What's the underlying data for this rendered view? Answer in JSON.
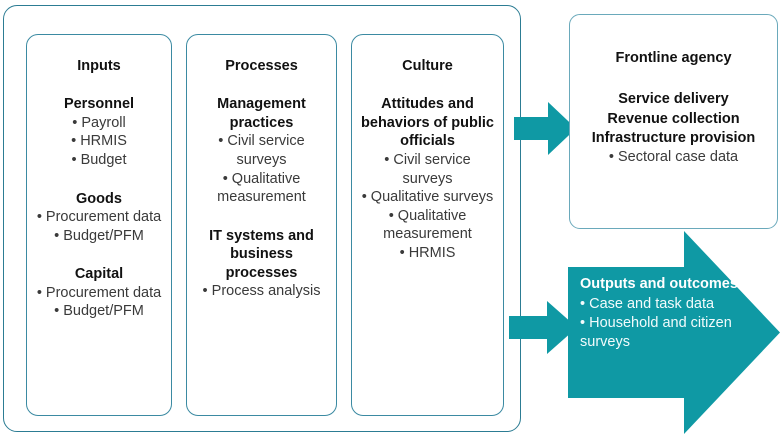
{
  "colors": {
    "teal_fill": "#0f99a4",
    "outer_border": "#2c7c93",
    "card_border": "#3b8aa2",
    "frontline_border": "#6aa9bb",
    "text_dark": "#111111",
    "text_body": "#3a3a3a",
    "arrow_text": "#ffffff"
  },
  "pillars": [
    {
      "title": "Inputs",
      "groups": [
        {
          "head": "Personnel",
          "bullets": [
            "Payroll",
            "HRMIS",
            "Budget"
          ]
        },
        {
          "head": "Goods",
          "bullets": [
            "Procurement data",
            "Budget/PFM"
          ]
        },
        {
          "head": "Capital",
          "bullets": [
            "Procurement data",
            "Budget/PFM"
          ]
        }
      ]
    },
    {
      "title": "Processes",
      "groups": [
        {
          "head": "Management practices",
          "bullets": [
            "Civil service surveys",
            "Qualitative measurement"
          ]
        },
        {
          "head": "IT systems and business processes",
          "bullets": [
            "Process analysis"
          ]
        }
      ]
    },
    {
      "title": "Culture",
      "groups": [
        {
          "head": "Attitudes and behaviors of public officials",
          "bullets": [
            "Civil service surveys",
            "Qualitative surveys",
            "Qualitative measurement",
            "HRMIS"
          ]
        }
      ]
    }
  ],
  "frontline": {
    "title": "Frontline agency",
    "strong_lines": [
      "Service delivery",
      "Revenue collection",
      "Infrastructure provision"
    ],
    "bullets": [
      "Sectoral case data"
    ]
  },
  "outputs": {
    "title": "Outputs and outcomes",
    "bullets": [
      "Case and task data",
      "Household and citizen surveys"
    ]
  },
  "connectors": [
    {
      "name": "arrow-inputs-to-frontline"
    },
    {
      "name": "arrow-inputs-to-outputs"
    }
  ]
}
